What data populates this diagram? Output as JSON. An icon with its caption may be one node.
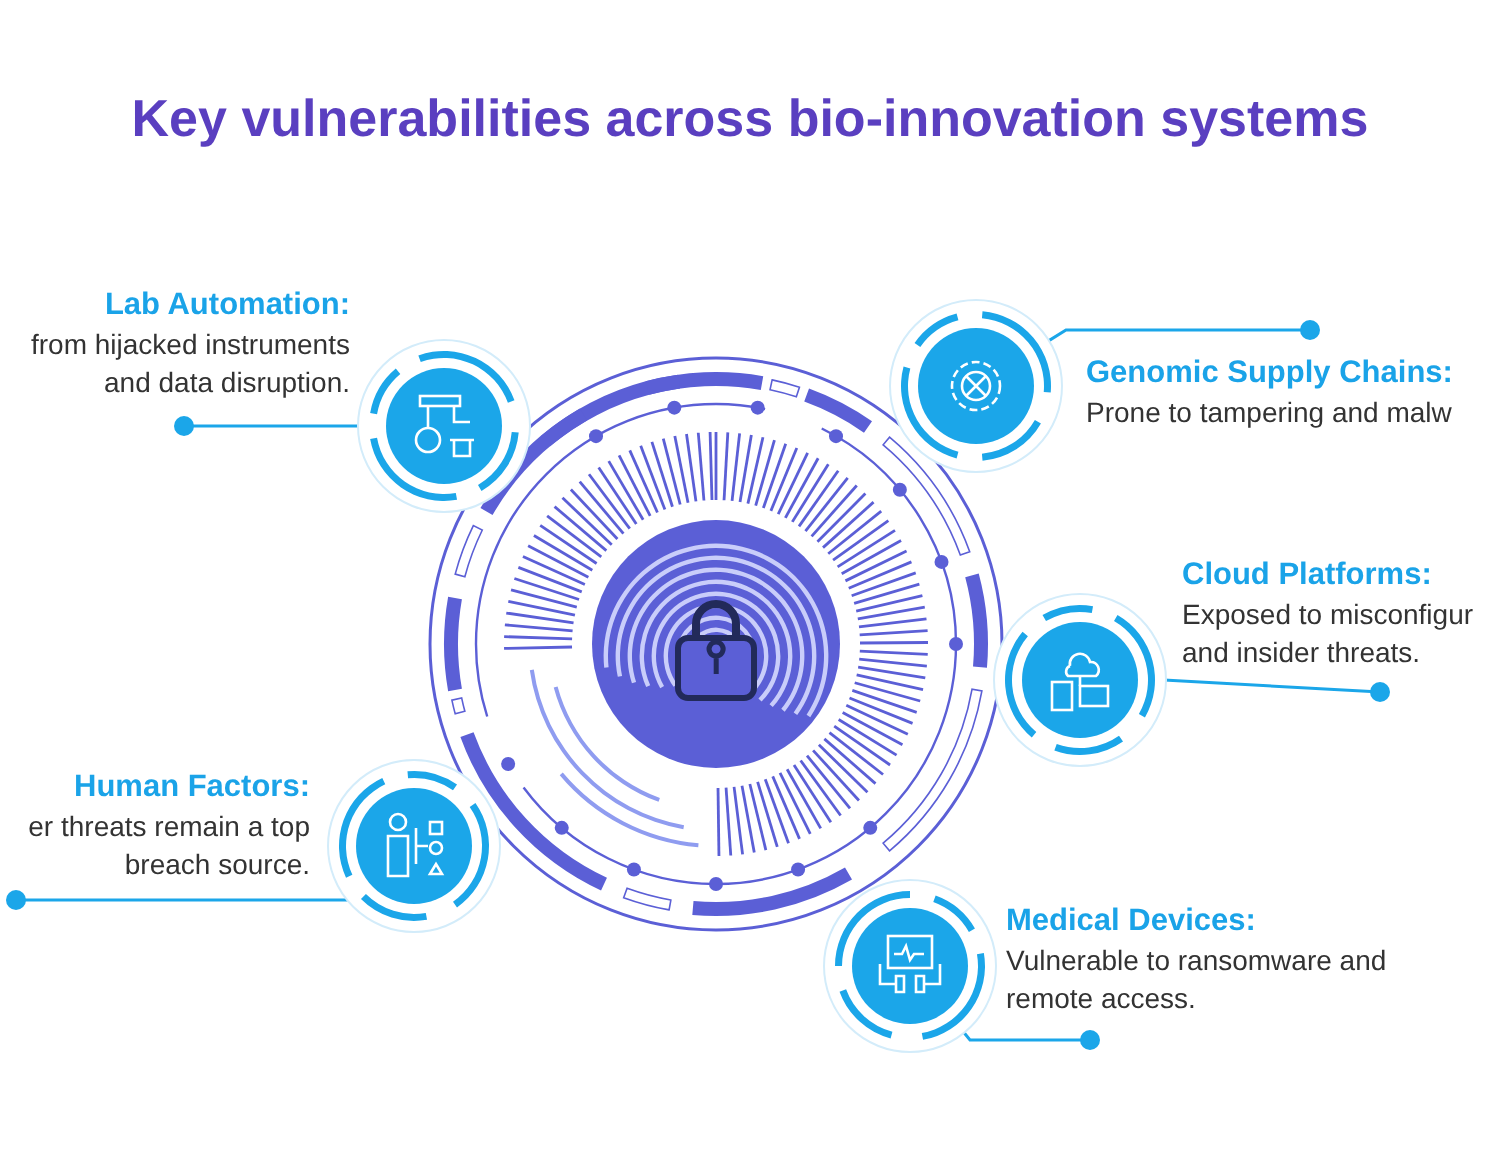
{
  "diagram": {
    "title": "Key vulnerabilities across bio-innovation systems",
    "nodes": [
      {
        "text": [],
        "shape": "circle",
        "beside": [
          "Lab Automation:",
          "from hijacked instruments and data disruption."
        ]
      },
      {
        "text": [],
        "shape": "circle",
        "beside": [
          "Genomic Supply Chains:",
          "Prone to tampering and malw"
        ]
      },
      {
        "text": [],
        "shape": "circle",
        "beside": [
          "Cloud Platforms:",
          "Exposed to misconfigur and insider threats."
        ]
      },
      {
        "text": [],
        "shape": "circle",
        "beside": [
          "Human Factors:",
          "er threats remain a top breach source."
        ]
      },
      {
        "text": [],
        "shape": "circle",
        "beside": [
          "Medical Devices:",
          "Vulnerable to ransomware and remote access."
        ]
      }
    ],
    "edges": [
      {
        "from": 0,
        "to": null,
        "arrow": "other"
      },
      {
        "from": 1,
        "to": null,
        "arrow": "other"
      },
      {
        "from": 2,
        "to": null,
        "arrow": "other"
      },
      {
        "from": 3,
        "to": null,
        "arrow": "other"
      },
      {
        "from": 4,
        "to": null,
        "arrow": "other"
      }
    ]
  }
}
